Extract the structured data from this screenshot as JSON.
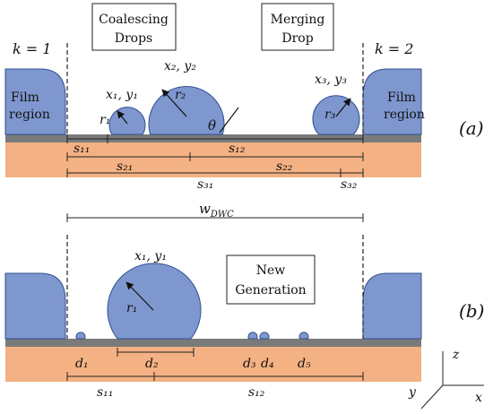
{
  "colors": {
    "drop_fill": "#7f97cf",
    "drop_stroke": "#2f4f8f",
    "substrate_gray": "#7a7a7a",
    "substrate_orange": "#f4b183",
    "line": "#222222"
  },
  "panel_a": {
    "label": "(a)",
    "k_left": "k = 1",
    "k_right": "k = 2",
    "box_left": [
      "Coalescing",
      "Drops"
    ],
    "box_right": [
      "Merging",
      "Drop"
    ],
    "film_left": [
      "Film",
      "region"
    ],
    "film_right": [
      "Film",
      "region"
    ],
    "drop1_coord": "x₁, y₁",
    "drop1_r": "r₁",
    "drop2_coord": "x₂, y₂",
    "drop2_r": "r₂",
    "drop3_coord": "x₃, y₃",
    "drop3_r": "r₃",
    "theta": "θ",
    "dims": {
      "s11": "s₁₁",
      "s12": "s₁₂",
      "s21": "s₂₁",
      "s22": "s₂₂",
      "s31": "s₃₁",
      "s32": "s₃₂",
      "w": "w",
      "w_sub": "DWC"
    }
  },
  "panel_b": {
    "label": "(b)",
    "box": [
      "New",
      "Generation"
    ],
    "drop1_coord": "x₁, y₁",
    "drop1_r": "r₁",
    "d1": "d₁",
    "d2": "d₂",
    "d3": "d₃",
    "d4": "d₄",
    "d5": "d₅",
    "s11": "s₁₁",
    "s12": "s₁₂",
    "axes": {
      "z": "z",
      "y": "y",
      "x": "x"
    }
  }
}
